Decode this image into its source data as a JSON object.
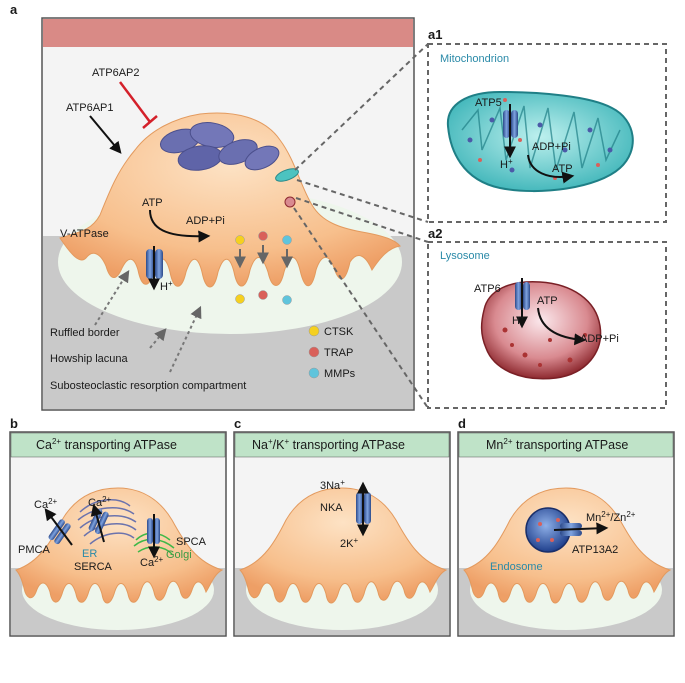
{
  "panels": {
    "a": "a",
    "a1": "a1",
    "a2": "a2",
    "b": "b",
    "c": "c",
    "d": "d"
  },
  "a": {
    "atp6ap2": "ATP6AP2",
    "atp6ap1": "ATP6AP1",
    "atp": "ATP",
    "adp_pi": "ADP+Pi",
    "v_atpase": "V-ATPase",
    "h_plus": "H",
    "ruffled_border": "Ruffled border",
    "howship_lacuna": "Howship lacuna",
    "subosteoclastic": "Subosteoclastic resorption compartment",
    "legend": [
      {
        "label": "CTSK",
        "color": "#f5d020"
      },
      {
        "label": "TRAP",
        "color": "#d9605a"
      },
      {
        "label": "MMPs",
        "color": "#5fc4dc"
      }
    ]
  },
  "a1": {
    "title": "Mitochondrion",
    "atp5": "ATP5",
    "h_plus": "H",
    "adp_pi": "ADP+Pi",
    "atp": "ATP"
  },
  "a2": {
    "title": "Lysosome",
    "atp6": "ATP6",
    "atp": "ATP",
    "h_plus": "H",
    "adp_pi": "ADP+Pi"
  },
  "b": {
    "header_prefix": "Ca",
    "header_sup": "2+",
    "header_suffix": " transporting ATPase",
    "ca1": "Ca",
    "ca1_sup": "2+",
    "ca2": "Ca",
    "ca2_sup": "2+",
    "ca3": "Ca",
    "ca3_sup": "2+",
    "pmca": "PMCA",
    "er": "ER",
    "serca": "SERCA",
    "spca": "SPCA",
    "golgi": "Golgi"
  },
  "c": {
    "header_prefix": "Na",
    "header_sup1": "+",
    "header_mid": "/K",
    "header_sup2": "+",
    "header_suffix": " transporting ATPase",
    "na": "3Na",
    "na_sup": "+",
    "nka": "NKA",
    "k": "2K",
    "k_sup": "+"
  },
  "d": {
    "header_prefix": "Mn",
    "header_sup": "2+",
    "header_suffix": " transporting ATPase",
    "mn": "Mn",
    "mn_sup": "2+",
    "zn": "/Zn",
    "zn_sup": "2+",
    "endosome": "Endosome",
    "atp13a2": "ATP13A2"
  },
  "plus_sign": "+",
  "colors": {
    "cell": "#f7c08e",
    "bone": "#c9c9c9",
    "lacuna": "#eef6ec",
    "header_green": "#bfe3c8",
    "top_band": "#d98a86"
  }
}
